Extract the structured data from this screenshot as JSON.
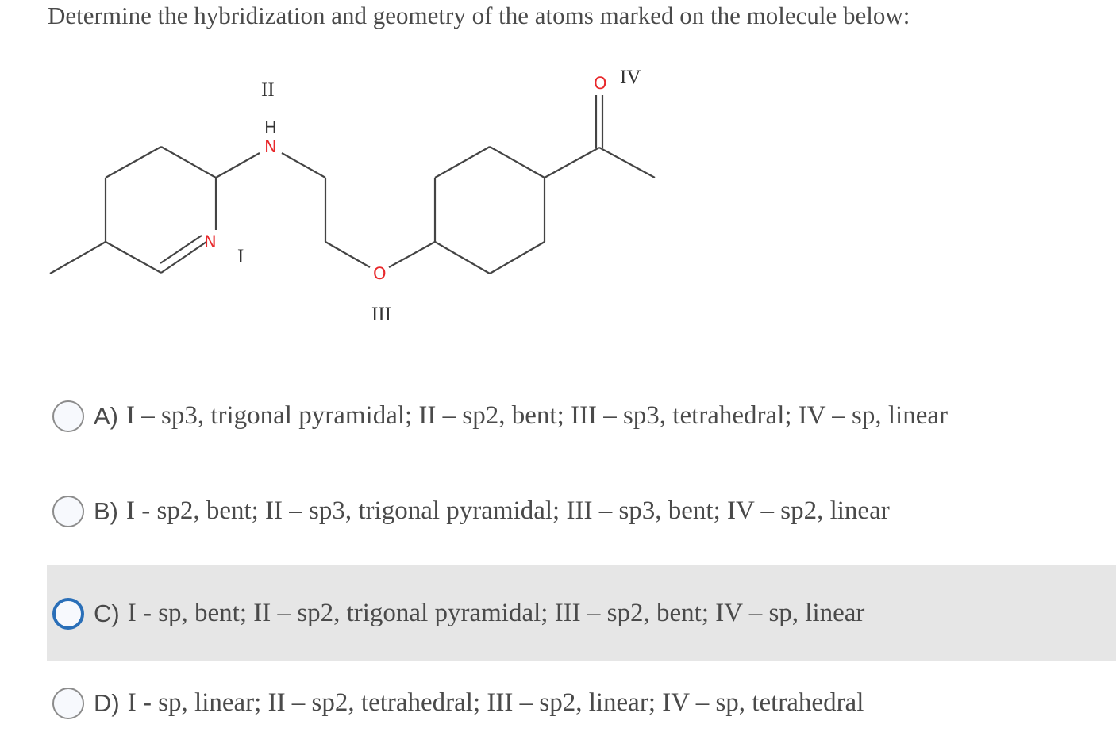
{
  "question": {
    "text": "Determine the hybridization and geometry of the atoms marked on the molecule below:"
  },
  "molecule": {
    "atom_labels": {
      "n_imine": "N",
      "n_amine": "N",
      "h_amine": "H",
      "o_ether": "O",
      "o_carbonyl": "O"
    },
    "markers": {
      "I": "I",
      "II": "II",
      "III": "III",
      "IV": "IV"
    },
    "colors": {
      "heteroatom": "#e8282b",
      "bond": "#444444"
    }
  },
  "options": [
    {
      "letter": "A)",
      "text": "I – sp3, trigonal pyramidal; II – sp2, bent; III – sp3, tetrahedral; IV – sp, linear",
      "highlighted": false
    },
    {
      "letter": "B)",
      "text": "I - sp2, bent; II – sp3, trigonal pyramidal; III – sp3, bent; IV – sp2, linear",
      "highlighted": false
    },
    {
      "letter": "C)",
      "text": "I - sp, bent; II – sp2, trigonal pyramidal; III – sp2, bent; IV – sp, linear",
      "highlighted": true
    },
    {
      "letter": "D)",
      "text": "I - sp, linear; II – sp2, tetrahedral; III – sp2, linear; IV – sp, tetrahedral",
      "highlighted": false
    }
  ],
  "colors": {
    "text": "#4a4a4a",
    "highlight_bg": "#e6e6e6",
    "radio_focus": "#2a6fb8"
  }
}
